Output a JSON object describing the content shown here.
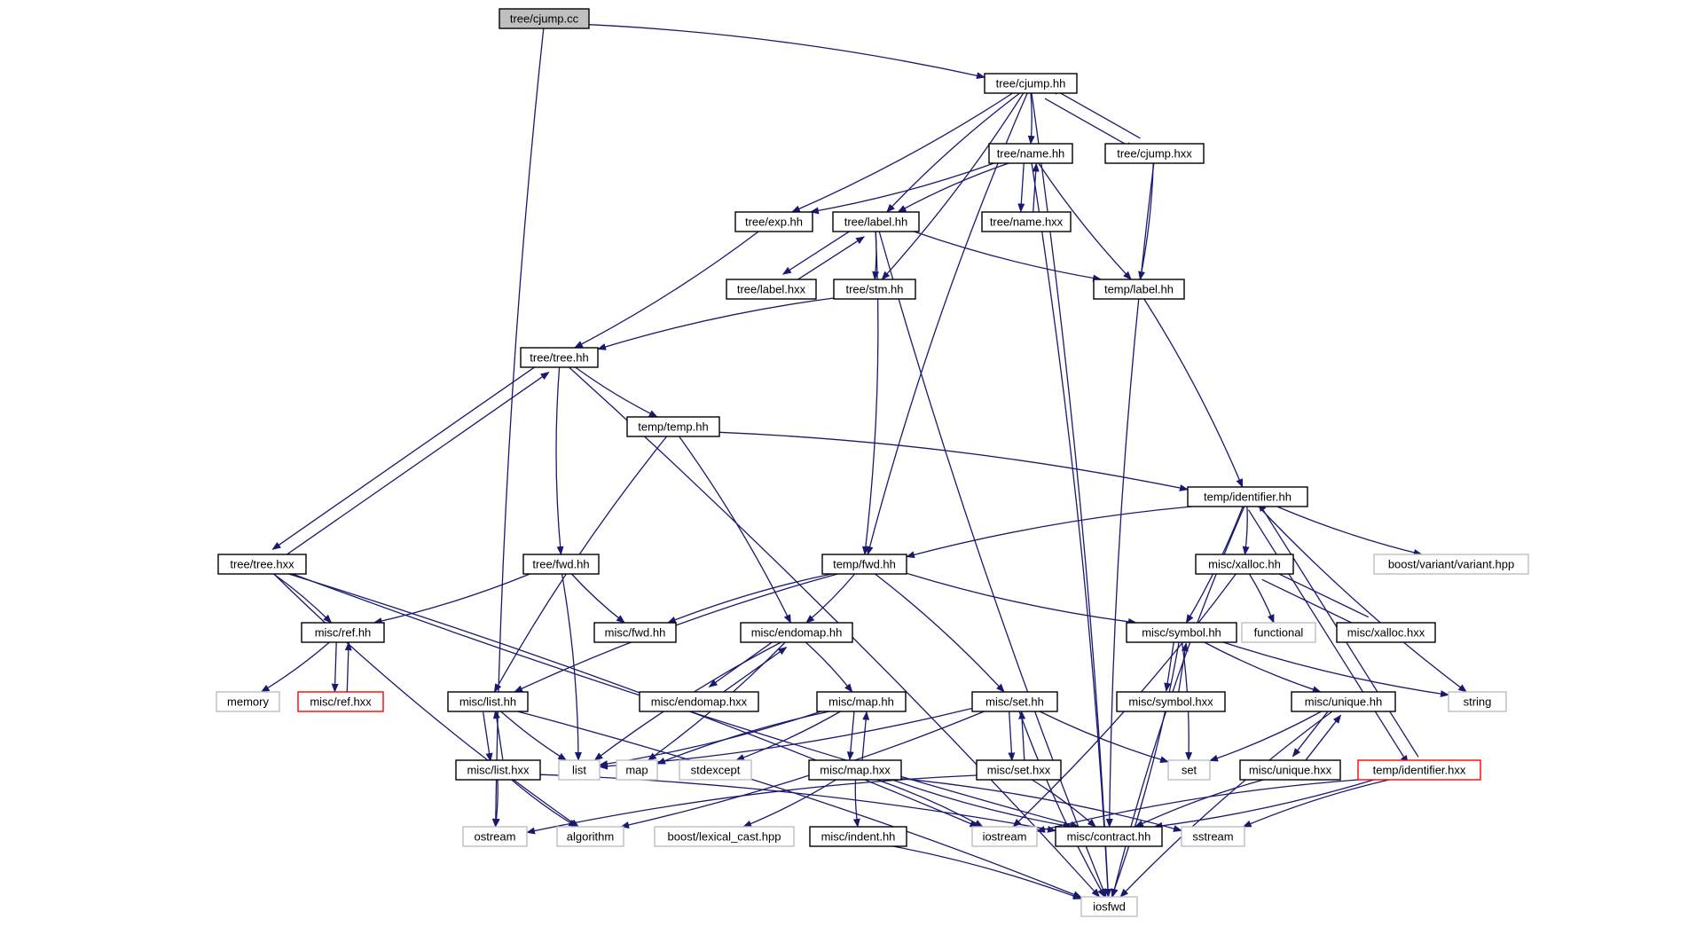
{
  "graph": {
    "title": "",
    "colors": {
      "edge": "#191970",
      "node_border": "#000000",
      "root_fill": "#bfbfbf",
      "system_border": "#bfbfbf",
      "system_text": "#000000",
      "incomplete_border": "#ff0000",
      "node_fill": "#ffffff"
    },
    "nodes": [
      {
        "id": "cjump_cc",
        "label": "tree/cjump.cc",
        "kind": "root"
      },
      {
        "id": "cjump_hh",
        "label": "tree/cjump.hh",
        "kind": "normal"
      },
      {
        "id": "name_hh",
        "label": "tree/name.hh",
        "kind": "normal"
      },
      {
        "id": "cjump_hxx",
        "label": "tree/cjump.hxx",
        "kind": "normal"
      },
      {
        "id": "exp_hh",
        "label": "tree/exp.hh",
        "kind": "normal"
      },
      {
        "id": "label_hh",
        "label": "tree/label.hh",
        "kind": "normal"
      },
      {
        "id": "name_hxx",
        "label": "tree/name.hxx",
        "kind": "normal"
      },
      {
        "id": "label_hxx",
        "label": "tree/label.hxx",
        "kind": "normal"
      },
      {
        "id": "stm_hh",
        "label": "tree/stm.hh",
        "kind": "normal"
      },
      {
        "id": "temp_label_hh",
        "label": "temp/label.hh",
        "kind": "normal"
      },
      {
        "id": "tree_hh",
        "label": "tree/tree.hh",
        "kind": "normal"
      },
      {
        "id": "temp_temp_hh",
        "label": "temp/temp.hh",
        "kind": "normal"
      },
      {
        "id": "identifier_hh",
        "label": "temp/identifier.hh",
        "kind": "normal"
      },
      {
        "id": "tree_hxx",
        "label": "tree/tree.hxx",
        "kind": "normal"
      },
      {
        "id": "tree_fwd_hh",
        "label": "tree/fwd.hh",
        "kind": "normal"
      },
      {
        "id": "temp_fwd_hh",
        "label": "temp/fwd.hh",
        "kind": "normal"
      },
      {
        "id": "xalloc_hh",
        "label": "misc/xalloc.hh",
        "kind": "normal"
      },
      {
        "id": "boost_variant",
        "label": "boost/variant/variant.hpp",
        "kind": "system"
      },
      {
        "id": "ref_hh",
        "label": "misc/ref.hh",
        "kind": "normal"
      },
      {
        "id": "misc_fwd_hh",
        "label": "misc/fwd.hh",
        "kind": "normal"
      },
      {
        "id": "endomap_hh",
        "label": "misc/endomap.hh",
        "kind": "normal"
      },
      {
        "id": "symbol_hh",
        "label": "misc/symbol.hh",
        "kind": "normal"
      },
      {
        "id": "functional",
        "label": "functional",
        "kind": "system"
      },
      {
        "id": "xalloc_hxx",
        "label": "misc/xalloc.hxx",
        "kind": "normal"
      },
      {
        "id": "memory",
        "label": "memory",
        "kind": "system"
      },
      {
        "id": "ref_hxx",
        "label": "misc/ref.hxx",
        "kind": "incomplete"
      },
      {
        "id": "list_hh",
        "label": "misc/list.hh",
        "kind": "normal"
      },
      {
        "id": "endomap_hxx",
        "label": "misc/endomap.hxx",
        "kind": "normal"
      },
      {
        "id": "map_hh",
        "label": "misc/map.hh",
        "kind": "normal"
      },
      {
        "id": "set_hh",
        "label": "misc/set.hh",
        "kind": "normal"
      },
      {
        "id": "symbol_hxx",
        "label": "misc/symbol.hxx",
        "kind": "normal"
      },
      {
        "id": "unique_hh",
        "label": "misc/unique.hh",
        "kind": "normal"
      },
      {
        "id": "string",
        "label": "string",
        "kind": "system"
      },
      {
        "id": "list_hxx",
        "label": "misc/list.hxx",
        "kind": "normal"
      },
      {
        "id": "list",
        "label": "list",
        "kind": "system"
      },
      {
        "id": "map",
        "label": "map",
        "kind": "system"
      },
      {
        "id": "stdexcept",
        "label": "stdexcept",
        "kind": "system"
      },
      {
        "id": "map_hxx",
        "label": "misc/map.hxx",
        "kind": "normal"
      },
      {
        "id": "set_hxx",
        "label": "misc/set.hxx",
        "kind": "normal"
      },
      {
        "id": "set",
        "label": "set",
        "kind": "system"
      },
      {
        "id": "unique_hxx",
        "label": "misc/unique.hxx",
        "kind": "normal"
      },
      {
        "id": "identifier_hxx",
        "label": "temp/identifier.hxx",
        "kind": "incomplete"
      },
      {
        "id": "ostream",
        "label": "ostream",
        "kind": "system"
      },
      {
        "id": "algorithm",
        "label": "algorithm",
        "kind": "system"
      },
      {
        "id": "lexical_cast",
        "label": "boost/lexical_cast.hpp",
        "kind": "system"
      },
      {
        "id": "indent_hh",
        "label": "misc/indent.hh",
        "kind": "normal"
      },
      {
        "id": "iostream",
        "label": "iostream",
        "kind": "system"
      },
      {
        "id": "contract_hh",
        "label": "misc/contract.hh",
        "kind": "normal"
      },
      {
        "id": "sstream",
        "label": "sstream",
        "kind": "system"
      },
      {
        "id": "iosfwd",
        "label": "iosfwd",
        "kind": "system"
      }
    ],
    "edges": [
      [
        "cjump_cc",
        "cjump_hh"
      ],
      [
        "cjump_cc",
        "ostream"
      ],
      [
        "cjump_hh",
        "name_hh"
      ],
      [
        "cjump_hh",
        "cjump_hxx"
      ],
      [
        "cjump_hh",
        "exp_hh"
      ],
      [
        "cjump_hh",
        "label_hh"
      ],
      [
        "cjump_hh",
        "stm_hh"
      ],
      [
        "cjump_hh",
        "temp_fwd_hh"
      ],
      [
        "cjump_hh",
        "iosfwd"
      ],
      [
        "cjump_hxx",
        "cjump_hh"
      ],
      [
        "cjump_hxx",
        "temp_label_hh"
      ],
      [
        "cjump_hxx",
        "contract_hh"
      ],
      [
        "name_hh",
        "exp_hh"
      ],
      [
        "name_hh",
        "label_hh"
      ],
      [
        "name_hh",
        "name_hxx"
      ],
      [
        "name_hh",
        "temp_label_hh"
      ],
      [
        "name_hh",
        "iosfwd"
      ],
      [
        "name_hxx",
        "name_hh"
      ],
      [
        "exp_hh",
        "tree_hh"
      ],
      [
        "label_hh",
        "label_hxx"
      ],
      [
        "label_hh",
        "stm_hh"
      ],
      [
        "label_hh",
        "temp_label_hh"
      ],
      [
        "label_hh",
        "temp_fwd_hh"
      ],
      [
        "label_hh",
        "iosfwd"
      ],
      [
        "label_hxx",
        "label_hh"
      ],
      [
        "stm_hh",
        "tree_hh"
      ],
      [
        "temp_label_hh",
        "identifier_hh"
      ],
      [
        "tree_hh",
        "temp_temp_hh"
      ],
      [
        "tree_hh",
        "tree_hxx"
      ],
      [
        "tree_hh",
        "tree_fwd_hh"
      ],
      [
        "tree_hh",
        "iosfwd"
      ],
      [
        "tree_hxx",
        "tree_hh"
      ],
      [
        "tree_hxx",
        "ref_hh"
      ],
      [
        "tree_hxx",
        "algorithm"
      ],
      [
        "tree_hxx",
        "iostream"
      ],
      [
        "tree_hxx",
        "contract_hh"
      ],
      [
        "temp_temp_hh",
        "identifier_hh"
      ],
      [
        "temp_temp_hh",
        "list_hh"
      ],
      [
        "temp_temp_hh",
        "endomap_hh"
      ],
      [
        "identifier_hh",
        "temp_fwd_hh"
      ],
      [
        "identifier_hh",
        "xalloc_hh"
      ],
      [
        "identifier_hh",
        "boost_variant"
      ],
      [
        "identifier_hh",
        "symbol_hh"
      ],
      [
        "identifier_hh",
        "string"
      ],
      [
        "identifier_hh",
        "identifier_hxx"
      ],
      [
        "identifier_hh",
        "iosfwd"
      ],
      [
        "identifier_hxx",
        "identifier_hh"
      ],
      [
        "identifier_hxx",
        "iostream"
      ],
      [
        "identifier_hxx",
        "contract_hh"
      ],
      [
        "identifier_hxx",
        "sstream"
      ],
      [
        "tree_fwd_hh",
        "ref_hh"
      ],
      [
        "tree_fwd_hh",
        "misc_fwd_hh"
      ],
      [
        "tree_fwd_hh",
        "list"
      ],
      [
        "temp_fwd_hh",
        "misc_fwd_hh"
      ],
      [
        "temp_fwd_hh",
        "endomap_hh"
      ],
      [
        "temp_fwd_hh",
        "list_hh"
      ],
      [
        "temp_fwd_hh",
        "set_hh"
      ],
      [
        "temp_fwd_hh",
        "symbol_hh"
      ],
      [
        "xalloc_hh",
        "functional"
      ],
      [
        "xalloc_hh",
        "xalloc_hxx"
      ],
      [
        "xalloc_hh",
        "iostream"
      ],
      [
        "xalloc_hxx",
        "xalloc_hh"
      ],
      [
        "ref_hh",
        "memory"
      ],
      [
        "ref_hh",
        "ref_hxx"
      ],
      [
        "ref_hxx",
        "ref_hh"
      ],
      [
        "endomap_hh",
        "endomap_hxx"
      ],
      [
        "endomap_hh",
        "map_hh"
      ],
      [
        "endomap_hh",
        "list"
      ],
      [
        "endomap_hh",
        "map"
      ],
      [
        "endomap_hxx",
        "endomap_hh"
      ],
      [
        "symbol_hh",
        "symbol_hxx"
      ],
      [
        "symbol_hh",
        "unique_hh"
      ],
      [
        "symbol_hh",
        "set"
      ],
      [
        "symbol_hh",
        "string"
      ],
      [
        "symbol_hh",
        "iosfwd"
      ],
      [
        "symbol_hxx",
        "symbol_hh"
      ],
      [
        "list_hh",
        "list_hxx"
      ],
      [
        "list_hh",
        "list"
      ],
      [
        "list_hh",
        "iosfwd"
      ],
      [
        "list_hxx",
        "list_hh"
      ],
      [
        "list_hxx",
        "ostream"
      ],
      [
        "list_hxx",
        "algorithm"
      ],
      [
        "list_hxx",
        "contract_hh"
      ],
      [
        "map_hh",
        "map_hxx"
      ],
      [
        "map_hh",
        "list"
      ],
      [
        "map_hh",
        "map"
      ],
      [
        "map_hh",
        "stdexcept"
      ],
      [
        "map_hxx",
        "map_hh"
      ],
      [
        "map_hxx",
        "lexical_cast"
      ],
      [
        "map_hxx",
        "indent_hh"
      ],
      [
        "map_hxx",
        "iostream"
      ],
      [
        "map_hxx",
        "contract_hh"
      ],
      [
        "map_hxx",
        "sstream"
      ],
      [
        "set_hh",
        "set_hxx"
      ],
      [
        "set_hh",
        "list"
      ],
      [
        "set_hh",
        "set"
      ],
      [
        "set_hh",
        "algorithm"
      ],
      [
        "set_hh",
        "iosfwd"
      ],
      [
        "set_hxx",
        "set_hh"
      ],
      [
        "set_hxx",
        "ostream"
      ],
      [
        "set_hxx",
        "contract_hh"
      ],
      [
        "unique_hh",
        "unique_hxx"
      ],
      [
        "unique_hh",
        "set"
      ],
      [
        "unique_hh",
        "iosfwd"
      ],
      [
        "unique_hxx",
        "unique_hh"
      ],
      [
        "unique_hxx",
        "contract_hh"
      ],
      [
        "indent_hh",
        "iosfwd"
      ]
    ]
  }
}
